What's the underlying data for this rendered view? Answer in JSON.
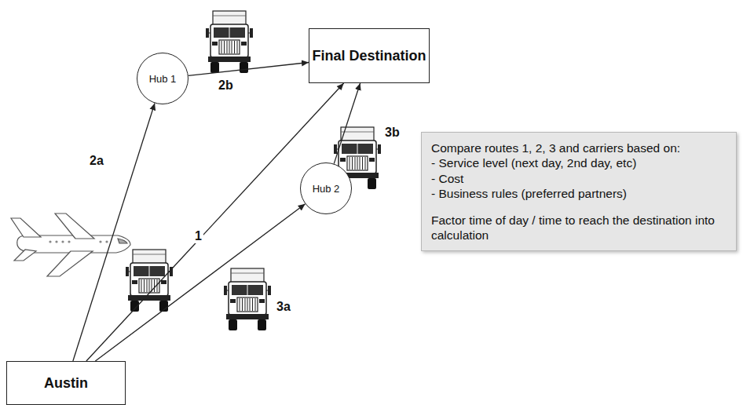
{
  "diagram": {
    "nodes": [
      {
        "text": [
          "Hub 1"
        ]
      },
      {
        "text": [
          "Final Destination"
        ]
      },
      {
        "text": [
          "Hub 2"
        ]
      },
      {
        "text": [
          "Compare routes 1, 2, 3 and carriers based on:",
          "- Service level (next day, 2nd day, etc)",
          "- Cost",
          "- Business rules (preferred partners)",
          "Factor time of day / time to reach the destination into calculation"
        ]
      },
      {
        "text": [
          "Austin"
        ]
      }
    ],
    "edges": [
      {
        "from": 4,
        "to": 0,
        "arrow": "to",
        "label": "2a"
      },
      {
        "from": 0,
        "to": 1,
        "arrow": "to",
        "label": "2b"
      },
      {
        "from": 4,
        "to": 1,
        "arrow": "to",
        "label": "1"
      },
      {
        "from": 4,
        "to": 2,
        "arrow": "to",
        "label": "3a"
      },
      {
        "from": 2,
        "to": 1,
        "arrow": "to",
        "label": "3b"
      }
    ]
  }
}
